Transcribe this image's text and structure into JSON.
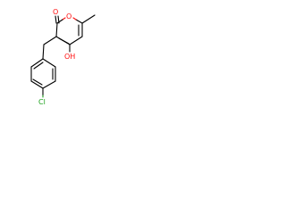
{
  "molecule": {
    "atom_labels": {
      "carbonyl_oxygen": "O",
      "ring_oxygen": "O",
      "hydroxyl": "OH",
      "chlorine": "Cl"
    },
    "colors": {
      "bond": "#000000",
      "oxygen": "#ff0d0d",
      "chlorine": "#1aa01a",
      "background": "#ffffff"
    }
  }
}
